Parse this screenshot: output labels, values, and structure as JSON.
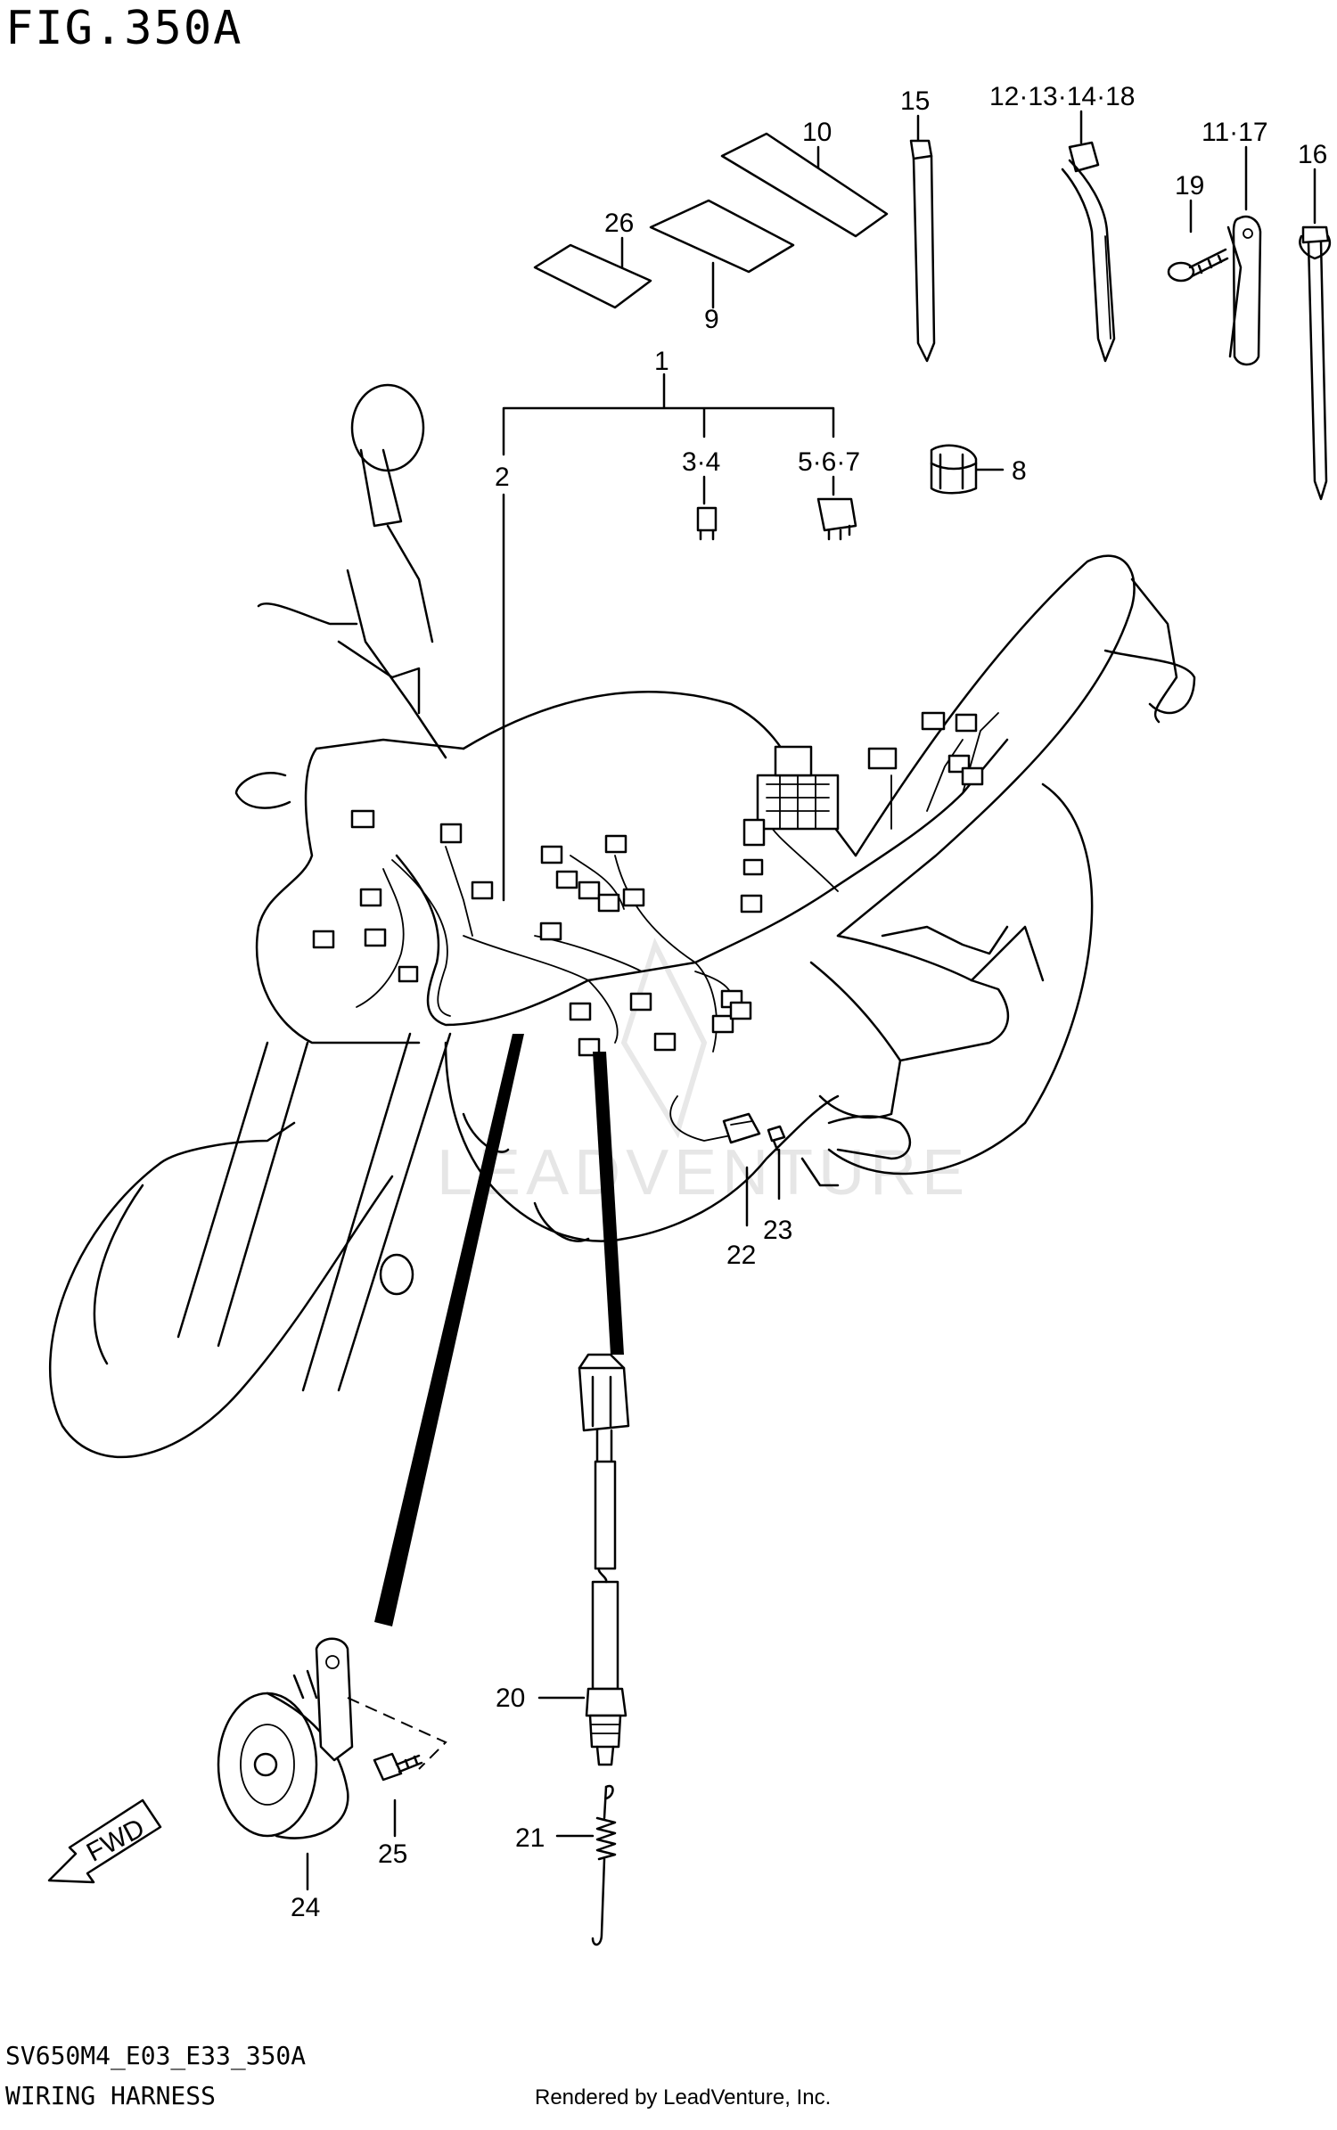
{
  "figure": {
    "title": "FIG.350A",
    "model_code": "SV650M4_E03_E33_350A",
    "section_name": "WIRING HARNESS",
    "credit": "Rendered by LeadVenture, Inc.",
    "watermark": "LEADVENTURE",
    "direction_label": "FWD"
  },
  "callouts": {
    "c1": "1",
    "c2": "2",
    "c3_4": "3·4",
    "c5_6_7": "5·6·7",
    "c8": "8",
    "c9": "9",
    "c10": "10",
    "c11_17": "11·17",
    "c12_13_14_18": "12·13·14·18",
    "c15": "15",
    "c16": "16",
    "c19": "19",
    "c20": "20",
    "c21": "21",
    "c22": "22",
    "c23": "23",
    "c24": "24",
    "c25": "25",
    "c26": "26"
  }
}
